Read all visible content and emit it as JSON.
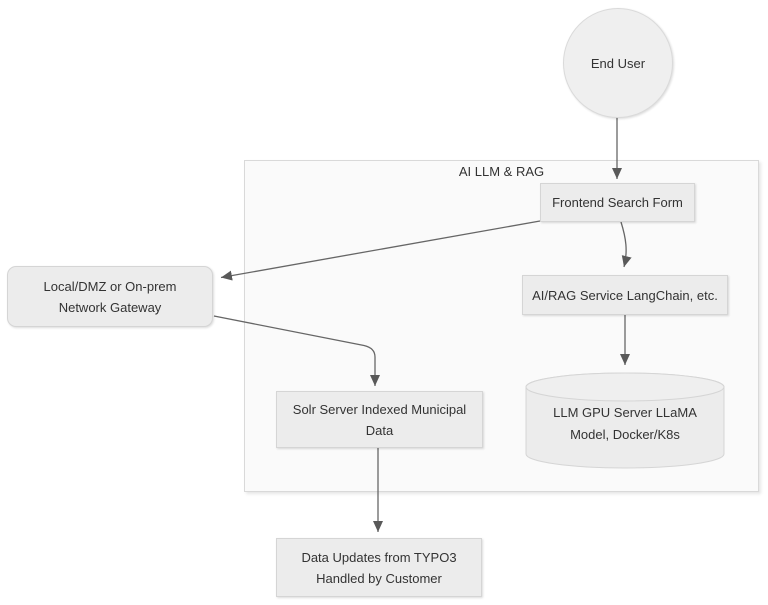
{
  "title": "AI LLM & RAG",
  "nodes": {
    "end_user": {
      "label": "End User"
    },
    "frontend": {
      "label": "Frontend Search Form"
    },
    "gateway": {
      "line1": "Local/DMZ or On-prem",
      "line2": "Network Gateway"
    },
    "airag": {
      "label": "AI/RAG Service LangChain, etc."
    },
    "solr": {
      "line1": "Solr Server Indexed Municipal",
      "line2": "Data"
    },
    "llm_gpu": {
      "line1": "LLM GPU Server LLaMA",
      "line2": "Model, Docker/K8s"
    },
    "typo3": {
      "line1": "Data Updates from TYPO3",
      "line2": "Handled by Customer"
    }
  },
  "edges": [
    {
      "from": "end_user",
      "to": "frontend"
    },
    {
      "from": "frontend",
      "to": "gateway"
    },
    {
      "from": "frontend",
      "to": "airag"
    },
    {
      "from": "gateway",
      "to": "solr"
    },
    {
      "from": "airag",
      "to": "llm_gpu"
    },
    {
      "from": "solr",
      "to": "typo3"
    }
  ],
  "colors": {
    "background": "#ffffff",
    "container_fill": "#fafafa",
    "container_border": "#d9d9d9",
    "node_fill": "#ececec",
    "node_border": "#d5d5d5",
    "arrow": "#666666",
    "arrowhead": "#595959",
    "text": "#333333"
  }
}
